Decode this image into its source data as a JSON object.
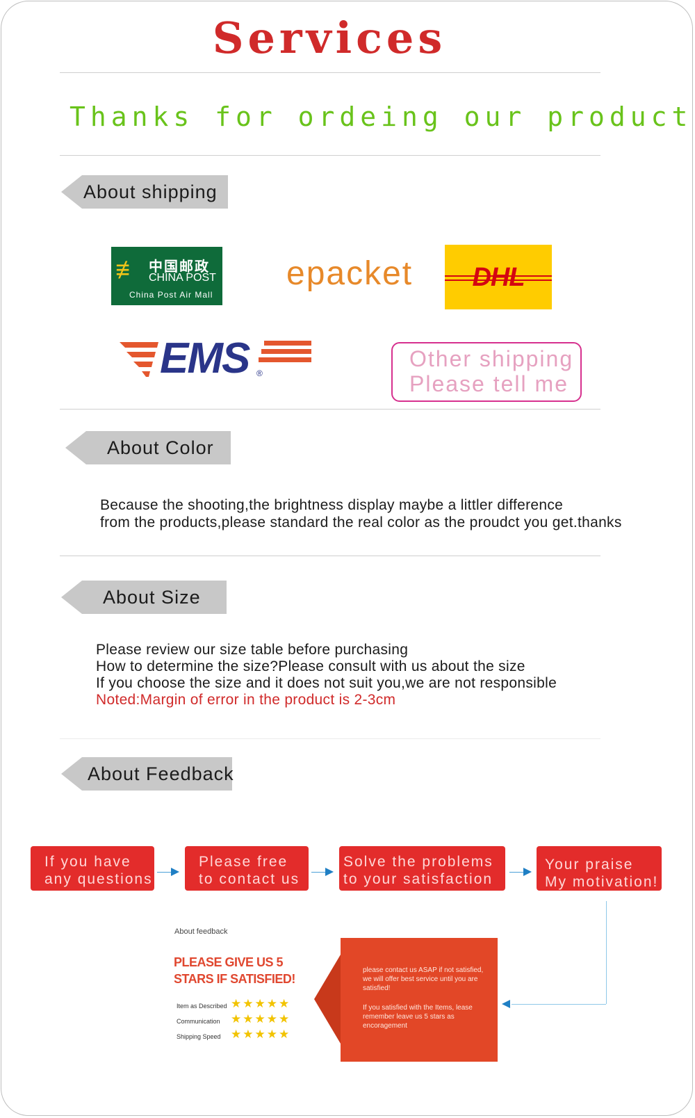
{
  "title": "Services",
  "thanks": "Thanks for ordeing our product.",
  "shipping": {
    "tag": "About shipping",
    "china_post": {
      "zh": "中国邮政",
      "en": "CHINA POST",
      "mall": "China Post Air Mall"
    },
    "epacket": "epacket",
    "dhl": "DHL",
    "ems": "EMS",
    "other_line1": "Other shipping",
    "other_line2": "Please tell me"
  },
  "color": {
    "tag": "About Color",
    "line1": "Because the shooting,the brightness display maybe a littler difference",
    "line2": "from the products,please standard the real color as the proudct you get.thanks"
  },
  "size": {
    "tag": "About Size",
    "line1": "Please review our size table before purchasing",
    "line2": "How to determine the size?Please consult with us about the size",
    "line3": "If you choose the size and it does not suit you,we are not responsible",
    "note": "Noted:Margin of error in the product is 2-3cm"
  },
  "feedback": {
    "tag": "About Feedback",
    "steps": [
      {
        "line1": "If you have",
        "line2": "any questions"
      },
      {
        "line1": "Please free",
        "line2": "to contact us"
      },
      {
        "line1": "Solve the problems",
        "line2": "to your satisfaction"
      },
      {
        "line1": "Your praise",
        "line2": "My motivation!"
      }
    ],
    "panel": {
      "title": "About feedback",
      "headline1": "PLEASE GIVE US 5",
      "headline2": "STARS IF SATISFIED!",
      "ratings": [
        "Item as Described",
        "Communication",
        "Shipping Speed"
      ],
      "stars": "★★★★★",
      "msg1": "please contact us ASAP if not satisfied,   we will offer best service until you are satisfied!",
      "msg2": "If you satisfied with the Items,   lease remember leave us 5 stars as encoragement"
    }
  },
  "colors": {
    "title_red": "#d02a2a",
    "thanks_green": "#69c31b",
    "step_red": "#e32c2b",
    "tag_grey": "#c8c8c8"
  }
}
